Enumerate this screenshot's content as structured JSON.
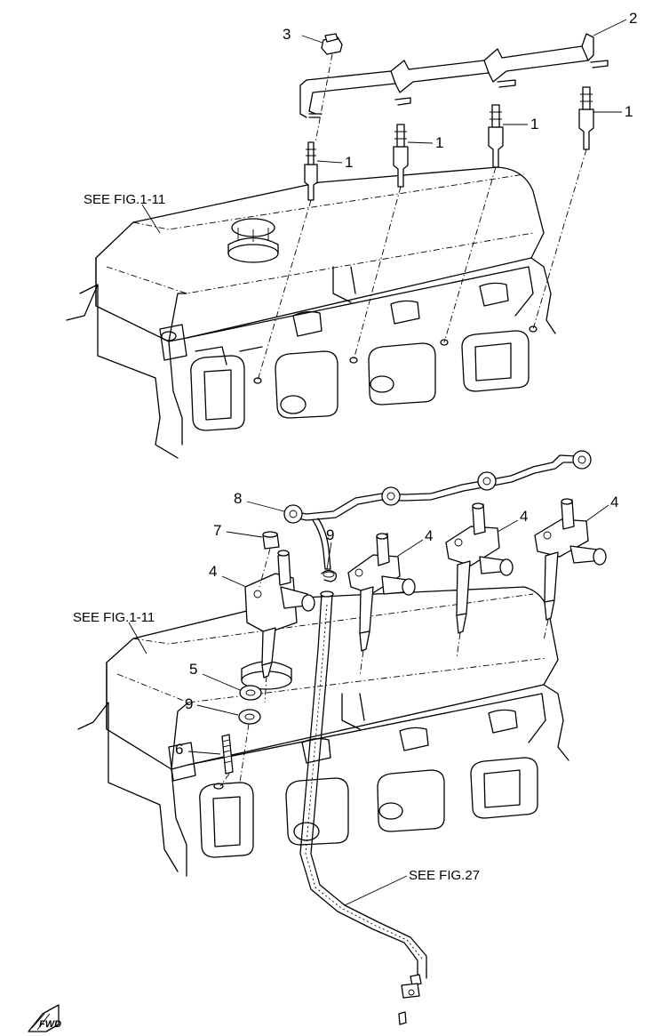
{
  "callouts": {
    "c1a": "1",
    "c1b": "1",
    "c1c": "1",
    "c1d": "1",
    "c2": "2",
    "c3": "3",
    "c4a": "4",
    "c4b": "4",
    "c4c": "4",
    "c4d": "4",
    "c5": "5",
    "c6": "6",
    "c7": "7",
    "c8": "8",
    "c9a": "9",
    "c9b": "9"
  },
  "references": {
    "top_fig": "SEE FIG.1-11",
    "bottom_fig": "SEE FIG.1-11",
    "hose_fig": "SEE FIG.27"
  },
  "logo": {
    "text": "FWD"
  }
}
